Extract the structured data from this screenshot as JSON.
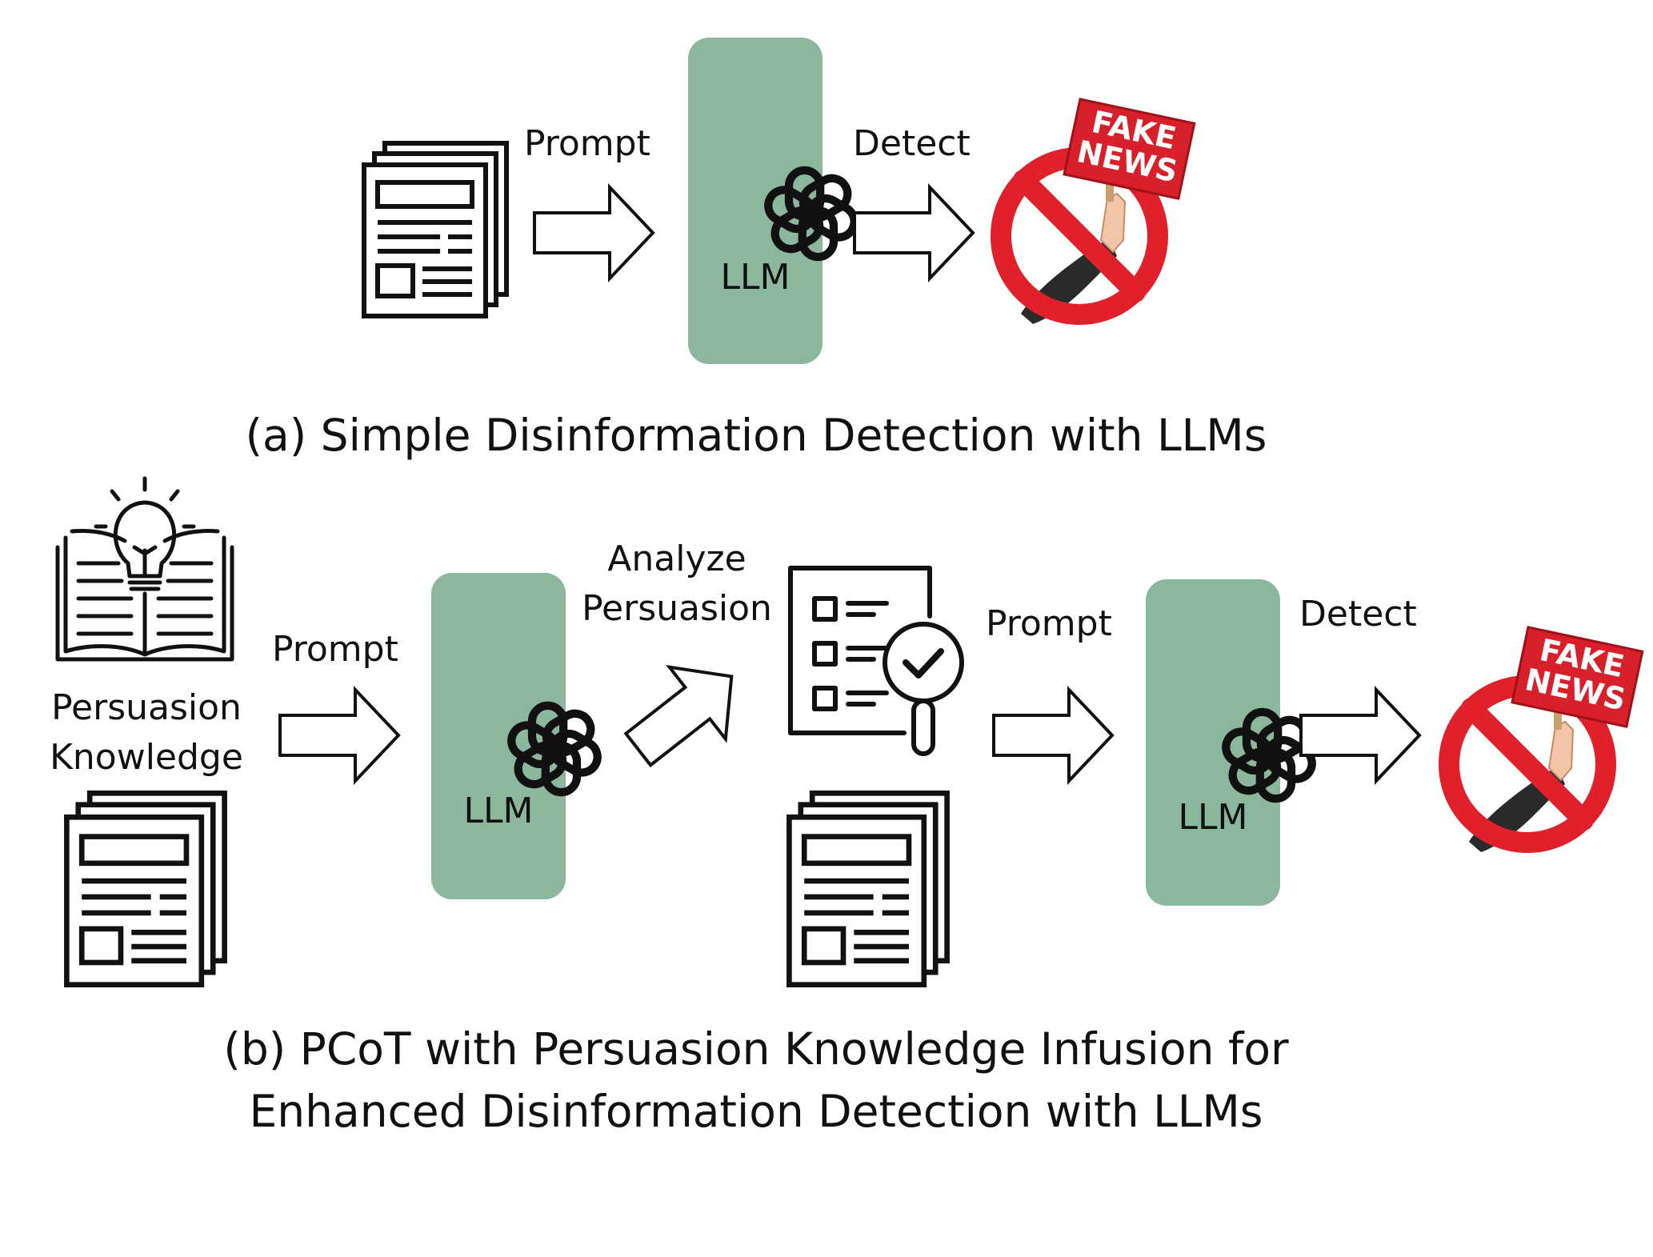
{
  "colors": {
    "llm_box": "#8bb89c",
    "stroke": "#111111",
    "sign_red": "#d8202a",
    "no_ring": "#e0202a",
    "sleeve": "#2a2a2a",
    "skin": "#f2c4a8"
  },
  "panel_a": {
    "prompt_label": "Prompt",
    "llm_label": "LLM",
    "detect_label": "Detect",
    "fake_line1": "FAKE",
    "fake_line2": "NEWS",
    "caption": "(a) Simple Disinformation Detection with LLMs",
    "icons": [
      "newspaper-icon",
      "arrow-right-icon",
      "openai-logo-icon",
      "fake-news-icon"
    ]
  },
  "panel_b": {
    "knowledge_line1": "Persuasion",
    "knowledge_line2": "Knowledge",
    "prompt_label_1": "Prompt",
    "llm_label_1": "LLM",
    "analyze_line1": "Analyze",
    "analyze_line2": "Persuasion",
    "prompt_label_2": "Prompt",
    "llm_label_2": "LLM",
    "detect_label": "Detect",
    "fake_line1": "FAKE",
    "fake_line2": "NEWS",
    "caption_line1": "(b) PCoT with Persuasion Knowledge Infusion for",
    "caption_line2": "Enhanced Disinformation Detection with LLMs",
    "icons": [
      "book-lightbulb-icon",
      "newspaper-icon",
      "arrow-right-icon",
      "arrow-diagonal-icon",
      "checklist-magnifier-icon",
      "openai-logo-icon",
      "fake-news-icon"
    ]
  }
}
